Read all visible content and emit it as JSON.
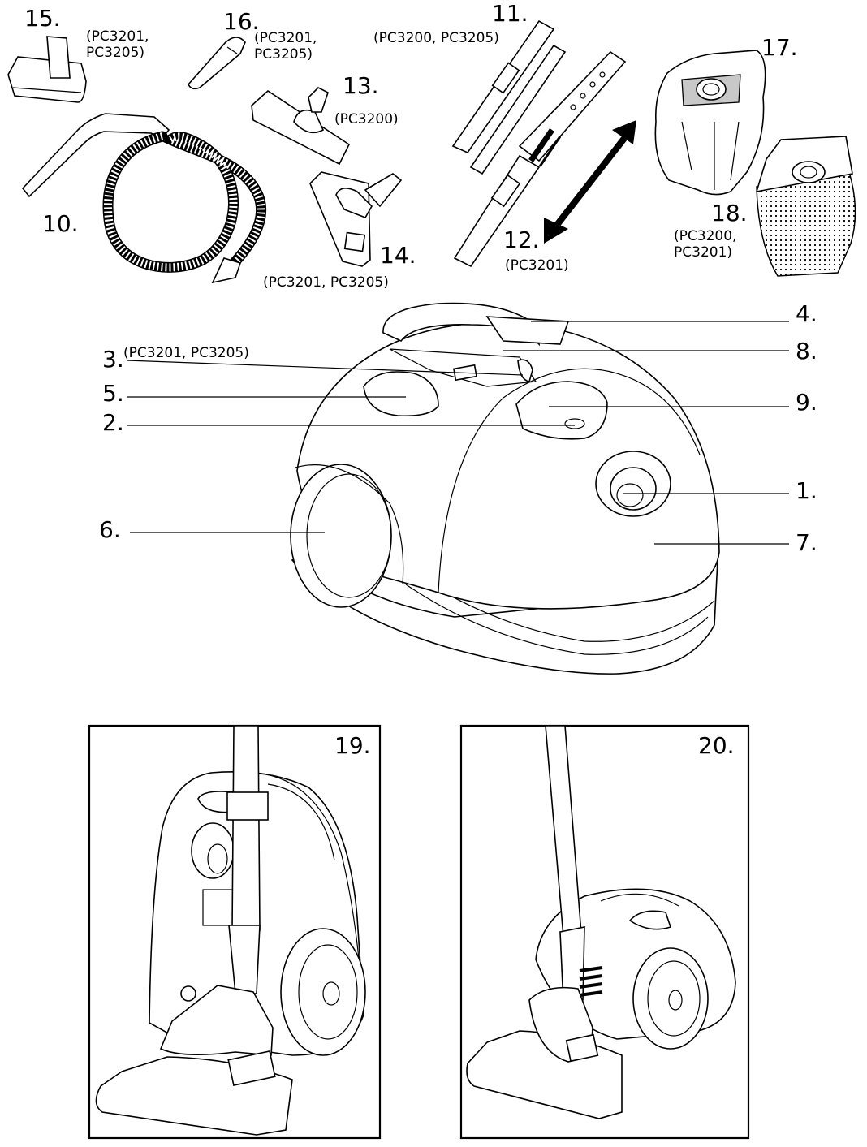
{
  "parts": {
    "p1": {
      "num": "1."
    },
    "p2": {
      "num": "2."
    },
    "p3": {
      "num": "3.",
      "models": "(PC3201, PC3205)"
    },
    "p4": {
      "num": "4."
    },
    "p5": {
      "num": "5."
    },
    "p6": {
      "num": "6."
    },
    "p7": {
      "num": "7."
    },
    "p8": {
      "num": "8."
    },
    "p9": {
      "num": "9."
    },
    "p10": {
      "num": "10."
    },
    "p11": {
      "num": "11.",
      "models": "(PC3200, PC3205)"
    },
    "p12": {
      "num": "12.",
      "models": "(PC3201)"
    },
    "p13": {
      "num": "13.",
      "models": "(PC3200)"
    },
    "p14": {
      "num": "14.",
      "models": "(PC3201, PC3205)"
    },
    "p15": {
      "num": "15.",
      "models_l1": "(PC3201,",
      "models_l2": "PC3205)"
    },
    "p16": {
      "num": "16.",
      "models_l1": "(PC3201,",
      "models_l2": "PC3205)"
    },
    "p17": {
      "num": "17."
    },
    "p18": {
      "num": "18.",
      "models_l1": "(PC3200,",
      "models_l2": "PC3201)"
    }
  },
  "figures": {
    "fig19": {
      "num": "19."
    },
    "fig20": {
      "num": "20."
    }
  },
  "icons": [
    "vacuum-cleaner-icon",
    "hose-icon",
    "tube-icon",
    "nozzle-icon",
    "dust-bag-icon"
  ]
}
